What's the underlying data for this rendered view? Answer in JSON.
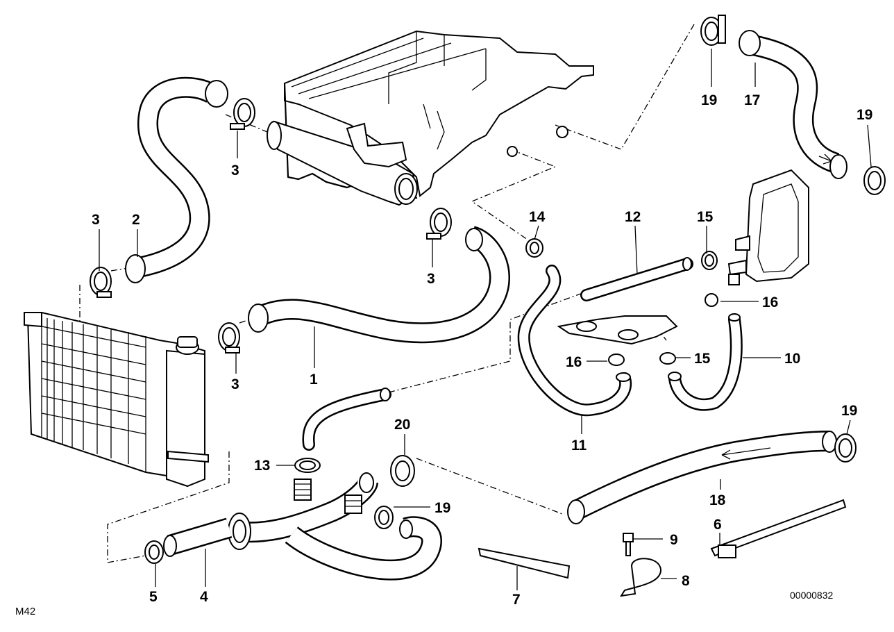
{
  "model_tag": "M42",
  "diagram_ref": "00000832",
  "callouts": [
    {
      "id": "c-1",
      "text": "1"
    },
    {
      "id": "c-2",
      "text": "2"
    },
    {
      "id": "c-3a",
      "text": "3"
    },
    {
      "id": "c-3b",
      "text": "3"
    },
    {
      "id": "c-3c",
      "text": "3"
    },
    {
      "id": "c-3d",
      "text": "3"
    },
    {
      "id": "c-4",
      "text": "4"
    },
    {
      "id": "c-5",
      "text": "5"
    },
    {
      "id": "c-6",
      "text": "6"
    },
    {
      "id": "c-7",
      "text": "7"
    },
    {
      "id": "c-8",
      "text": "8"
    },
    {
      "id": "c-9",
      "text": "9"
    },
    {
      "id": "c-10",
      "text": "10"
    },
    {
      "id": "c-11",
      "text": "11"
    },
    {
      "id": "c-12",
      "text": "12"
    },
    {
      "id": "c-13",
      "text": "13"
    },
    {
      "id": "c-14",
      "text": "14"
    },
    {
      "id": "c-15a",
      "text": "15"
    },
    {
      "id": "c-15b",
      "text": "15"
    },
    {
      "id": "c-16a",
      "text": "16"
    },
    {
      "id": "c-16b",
      "text": "16"
    },
    {
      "id": "c-17",
      "text": "17"
    },
    {
      "id": "c-18",
      "text": "18"
    },
    {
      "id": "c-19a",
      "text": "19"
    },
    {
      "id": "c-19b",
      "text": "19"
    },
    {
      "id": "c-19c",
      "text": "19"
    },
    {
      "id": "c-19d",
      "text": "19"
    },
    {
      "id": "c-20",
      "text": "20"
    }
  ]
}
